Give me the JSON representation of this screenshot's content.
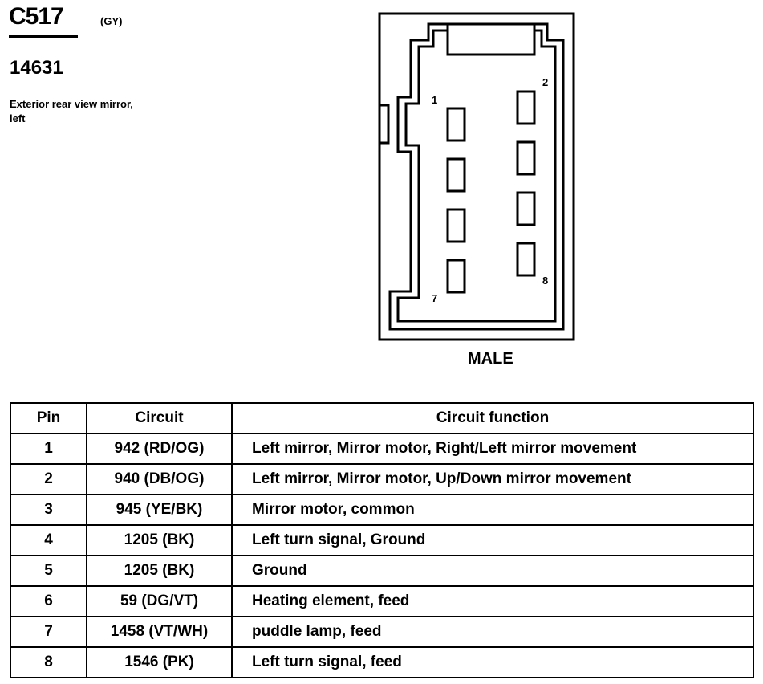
{
  "connector": {
    "id": "C517",
    "color_code": "(GY)",
    "part_number": "14631",
    "description": "Exterior rear view mirror, left",
    "gender": "MALE",
    "pin_labels": [
      "1",
      "2",
      "7",
      "8"
    ]
  },
  "table": {
    "headers": [
      "Pin",
      "Circuit",
      "Circuit function"
    ],
    "rows": [
      {
        "pin": "1",
        "circuit": "942 (RD/OG)",
        "function": "Left mirror, Mirror motor, Right/Left mirror movement"
      },
      {
        "pin": "2",
        "circuit": "940 (DB/OG)",
        "function": "Left mirror, Mirror motor, Up/Down mirror movement"
      },
      {
        "pin": "3",
        "circuit": "945 (YE/BK)",
        "function": "Mirror motor, common"
      },
      {
        "pin": "4",
        "circuit": "1205 (BK)",
        "function": "Left turn signal, Ground"
      },
      {
        "pin": "5",
        "circuit": "1205 (BK)",
        "function": "Ground"
      },
      {
        "pin": "6",
        "circuit": "59 (DG/VT)",
        "function": "Heating element, feed"
      },
      {
        "pin": "7",
        "circuit": "1458 (VT/WH)",
        "function": "puddle lamp, feed"
      },
      {
        "pin": "8",
        "circuit": "1546 (PK)",
        "function": "Left turn signal, feed"
      }
    ]
  }
}
